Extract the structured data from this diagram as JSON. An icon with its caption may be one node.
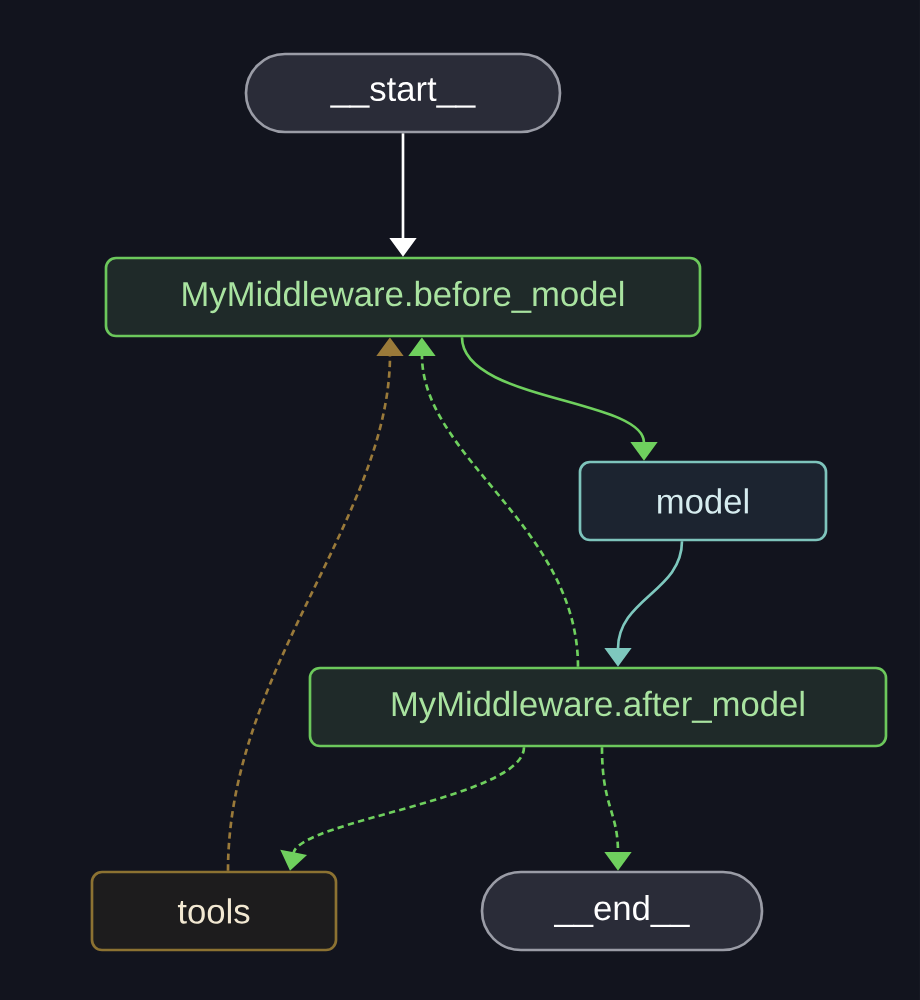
{
  "diagram": {
    "nodes": [
      {
        "text": [
          "__start__"
        ]
      },
      {
        "text": [
          "MyMiddleware.before_model"
        ]
      },
      {
        "text": [
          "model"
        ]
      },
      {
        "text": [
          "MyMiddleware.after_model"
        ]
      },
      {
        "text": [
          "tools"
        ]
      },
      {
        "text": [
          "__end__"
        ]
      }
    ],
    "edges": [
      {
        "from": 0,
        "to": 1,
        "arrow": "to",
        "color": "#ffffff"
      },
      {
        "from": 1,
        "to": 2,
        "arrow": "to"
      },
      {
        "from": 2,
        "to": 3,
        "arrow": "to",
        "color": "#7ec8be"
      },
      {
        "from": 3,
        "to": 4,
        "arrow": "to",
        "style": "dashed"
      },
      {
        "from": 3,
        "to": 5,
        "arrow": "to",
        "style": "dashed"
      },
      {
        "from": 3,
        "to": 1,
        "arrow": "to",
        "style": "dashed"
      },
      {
        "from": 4,
        "to": 1,
        "arrow": "to",
        "style": "dashed",
        "color": "#9a7a3a"
      }
    ]
  }
}
